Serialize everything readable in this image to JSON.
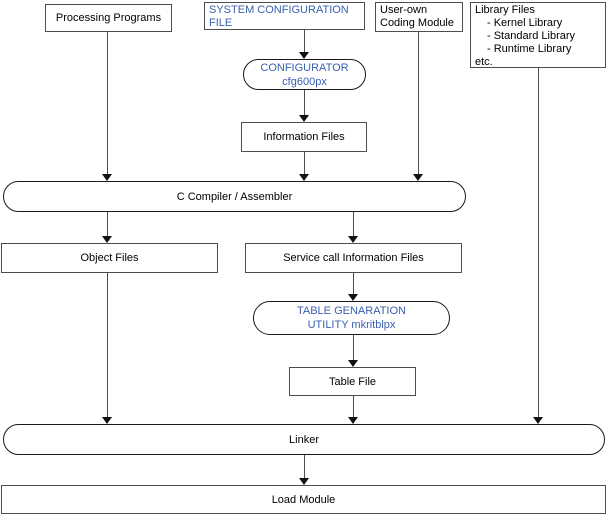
{
  "colors": {
    "accent_blue": "#3a60b0",
    "box_border": "#4d4d4d",
    "stadium_border": "#1a1a1a",
    "line": "#4d4d4d",
    "background": "#ffffff"
  },
  "nodes": {
    "processing_programs": {
      "label": "Processing Programs"
    },
    "system_configuration_file": {
      "line1": "SYSTEM CONFIGURATION",
      "line2": "FILE"
    },
    "user_own_coding_module": {
      "line1": "User-own",
      "line2": "Coding Module"
    },
    "library_files": {
      "title": "Library Files",
      "items": [
        "- Kernel Library",
        "- Standard Library",
        "- Runtime Library"
      ],
      "footer": "etc."
    },
    "configurator": {
      "line1": "CONFIGURATOR",
      "line2": "cfg600px"
    },
    "information_files": {
      "label": "Information Files"
    },
    "c_compiler_assembler": {
      "label": "C Compiler / Assembler"
    },
    "object_files": {
      "label": "Object Files"
    },
    "service_call_information_files": {
      "label": "Service call Information Files"
    },
    "table_generation_utility": {
      "line1": "TABLE GENARATION",
      "line2": "UTILITY mkritblpx"
    },
    "table_file": {
      "label": "Table File"
    },
    "linker": {
      "label": "Linker"
    },
    "load_module": {
      "label": "Load Module"
    }
  }
}
